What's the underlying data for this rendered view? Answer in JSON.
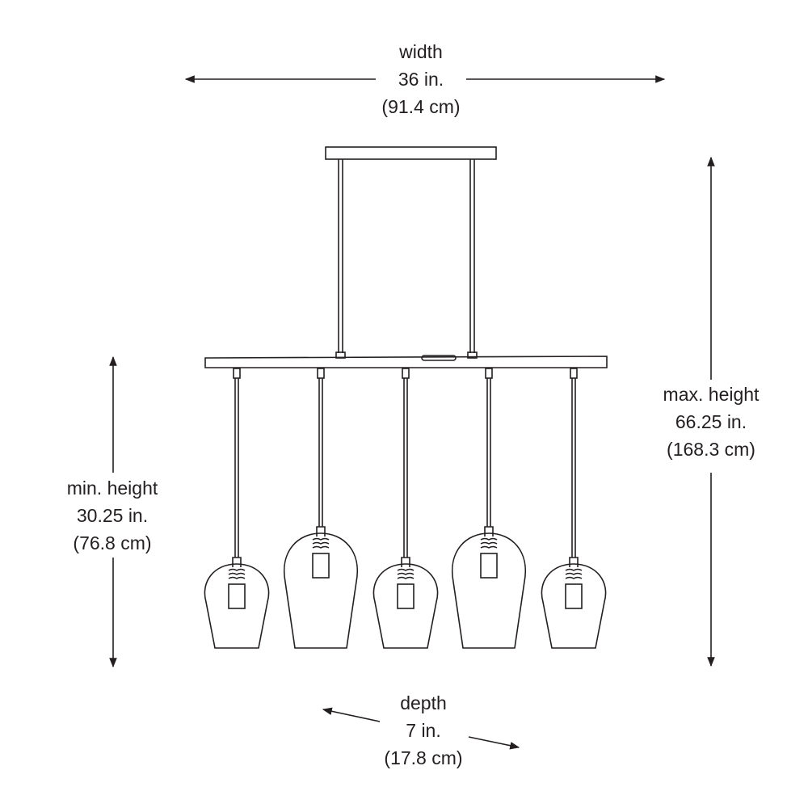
{
  "width": {
    "label": "width",
    "imperial": "36 in.",
    "metric": "(91.4 cm)"
  },
  "max_height": {
    "label": "max. height",
    "imperial": "66.25 in.",
    "metric": "(168.3 cm)"
  },
  "min_height": {
    "label": "min. height",
    "imperial": "30.25 in.",
    "metric": "(76.8 cm)"
  },
  "depth": {
    "label": "depth",
    "imperial": "7 in.",
    "metric": "(17.8 cm)"
  },
  "colors": {
    "line": "#231f20",
    "background": "#ffffff"
  }
}
